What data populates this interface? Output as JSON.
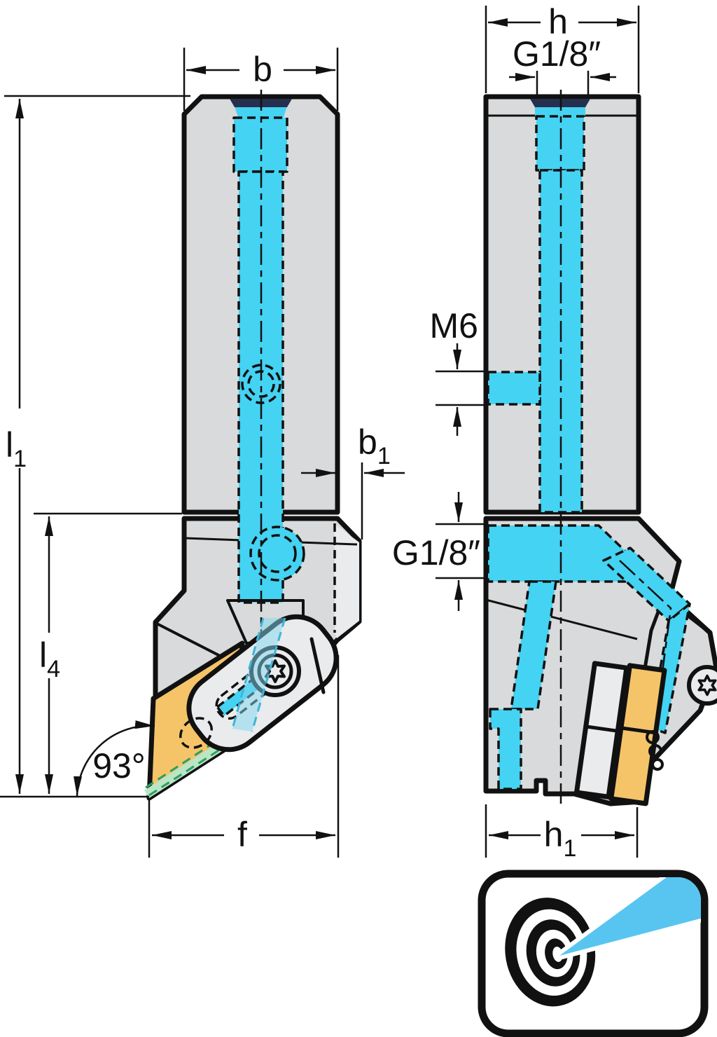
{
  "title": "turning-tool-holder-technical-drawing",
  "labels": {
    "front": {
      "b": "b",
      "l1": {
        "base": "l",
        "sub": "1"
      },
      "l4": {
        "base": "l",
        "sub": "4"
      },
      "b1": {
        "base": "b",
        "sub": "1"
      },
      "angle": "93°",
      "f": "f"
    },
    "side": {
      "h": "h",
      "thread_top": "G1/8″",
      "m6": "M6",
      "thread_side": "G1/8″",
      "h1": {
        "base": "h",
        "sub": "1"
      }
    }
  },
  "colors": {
    "outline": "#111111",
    "body": "#d8dadb",
    "body_light": "#e9ebed",
    "coolant": "#44d3f2",
    "coolant_translucent": "rgba(130,215,240,0.5)",
    "insert": "#f5c469",
    "navy": "#25304e",
    "beam": "#58c5f0",
    "green_dash": "#2f9e5f",
    "green_fill": "#b9e6c6",
    "blue_band_fill": "#c8e8f2",
    "slot_fill": "#eef6f9"
  },
  "icon": {
    "name": "precision-coolant-target",
    "parts": [
      "bullseye-target",
      "coolant-beam"
    ]
  }
}
